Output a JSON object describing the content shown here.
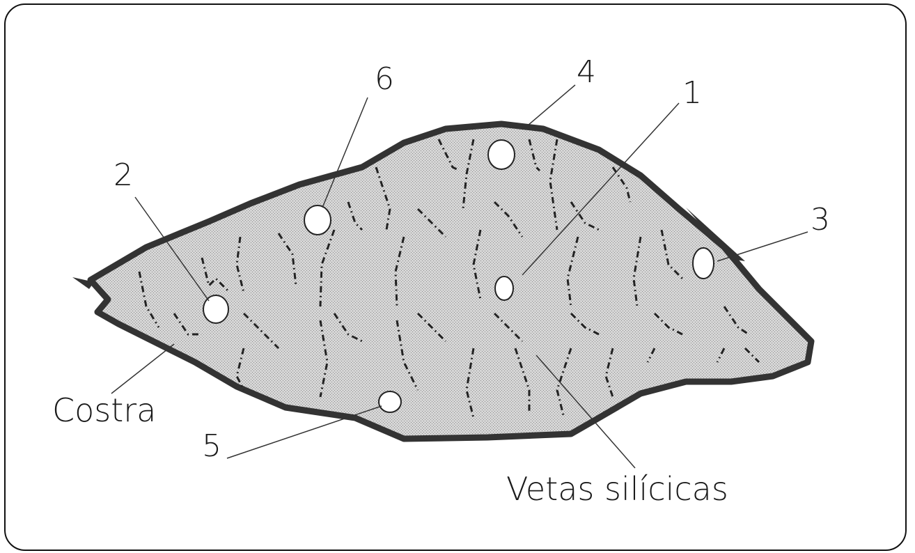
{
  "numbers": {
    "n1": "1",
    "n2": "2",
    "n3": "3",
    "n4": "4",
    "n5": "5",
    "n6": "6"
  },
  "labels": {
    "costra": "Costra",
    "vetas": "Vetas silícicas"
  },
  "colors": {
    "stone_fill": "#c9c9c9",
    "outline": "#333333",
    "vein": "#222222"
  }
}
